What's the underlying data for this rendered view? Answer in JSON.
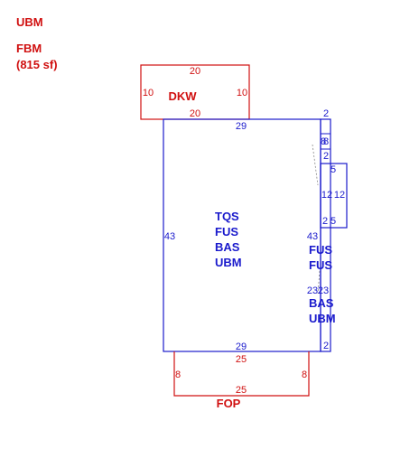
{
  "header": {
    "line1": "UBM",
    "line2": "FBM",
    "line3": "(815 sf)"
  },
  "dkw": {
    "label": "DKW",
    "top": "20",
    "bottom": "20",
    "left": "10",
    "right": "10"
  },
  "main": {
    "top": "29",
    "bottom": "29",
    "left": "43",
    "right": "43",
    "labels": [
      "TQS",
      "FUS",
      "BAS",
      "UBM"
    ]
  },
  "strip": {
    "top": "2",
    "bottom": "2",
    "upper_dims": [
      "8",
      "8",
      "2"
    ],
    "side_dims": [
      "23",
      "23"
    ],
    "upper_labels": [
      "FUS",
      "FUS"
    ],
    "lower_labels": [
      "BAS",
      "UBM"
    ]
  },
  "box": {
    "top": "5",
    "bottom": "5",
    "left": "12",
    "right": "12",
    "corner": "2"
  },
  "fop": {
    "label": "FOP",
    "top": "25",
    "bottom": "25",
    "left": "8",
    "right": "8"
  },
  "colors": {
    "red": "#d01010",
    "blue": "#1a1acc"
  }
}
